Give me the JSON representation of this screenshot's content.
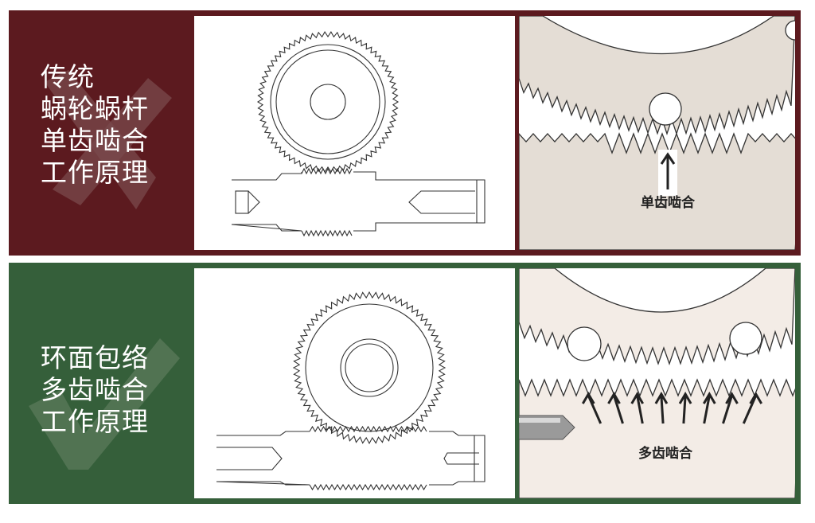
{
  "colors": {
    "top_panel": "#5c1a1f",
    "bottom_panel": "#355f3a",
    "gear_fill": "#e4ddd5",
    "bottom_gear_fill": "#f3ece6",
    "line": "#333333"
  },
  "top": {
    "label": "传统\n蜗轮蜗杆\n单齿啮合\n工作原理",
    "mark_icon": "cross-icon",
    "detail_caption": "单齿啮合"
  },
  "bottom": {
    "label": "环面包络\n多齿啮合\n工作原理",
    "mark_icon": "check-icon",
    "detail_caption": "多齿啮合"
  }
}
